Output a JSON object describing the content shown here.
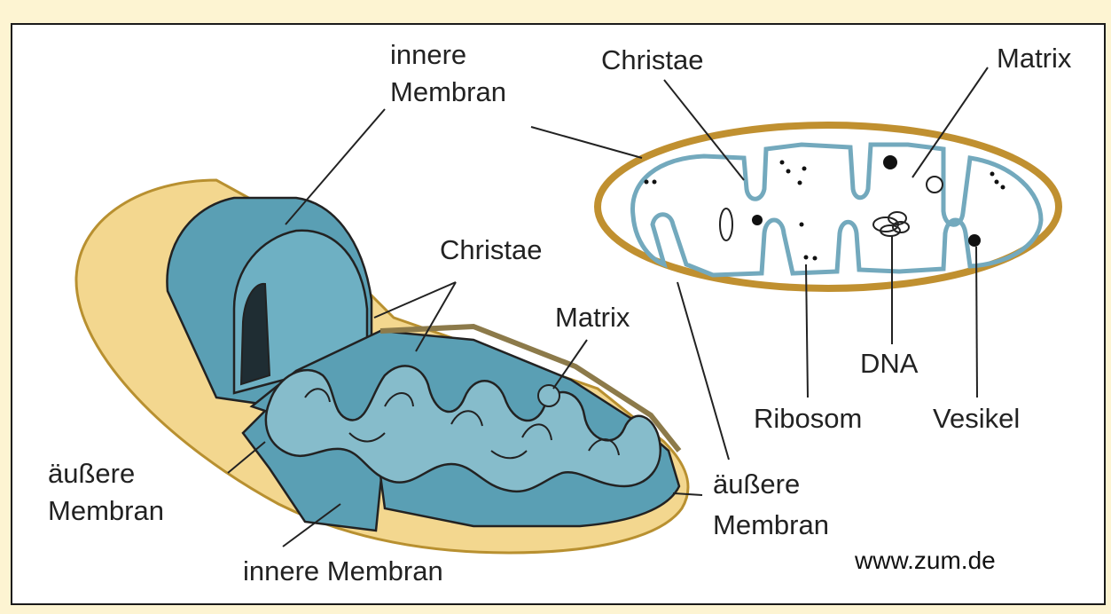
{
  "colors": {
    "page_background": "#fdf4d2",
    "outer_membrane": "#f3d78f",
    "outer_membrane_edge": "#b89030",
    "inner_membrane": "#5a9fb4",
    "inner_membrane_light": "#86bccb",
    "cross_section_membrane": "#73a9bd",
    "line": "#222222"
  },
  "labels": {
    "left_inner_membrane_top_line1": "innere",
    "left_inner_membrane_top_line2": "Membran",
    "left_christae": "Christae",
    "left_matrix": "Matrix",
    "left_outer_membrane_line1": "äußere",
    "left_outer_membrane_line2": "Membran",
    "left_inner_membrane_bottom": "innere Membran",
    "right_christae": "Christae",
    "right_matrix": "Matrix",
    "right_dna": "DNA",
    "right_ribosome": "Ribosom",
    "right_vesicle": "Vesikel",
    "right_outer_membrane_line1": "äußere",
    "right_outer_membrane_line2": "Membran"
  },
  "credit": "www.zum.de"
}
